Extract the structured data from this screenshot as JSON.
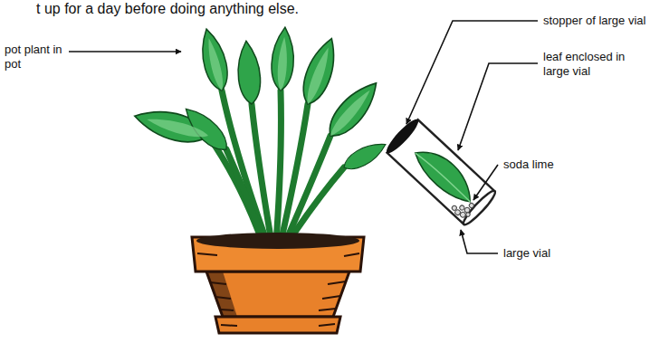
{
  "diagram": {
    "labels": [
      "t up for a day before doing anything else.",
      "pot plant in pot",
      "stopper of large vial",
      "leaf enclosed in large vial",
      "soda lime",
      "large vial"
    ]
  }
}
